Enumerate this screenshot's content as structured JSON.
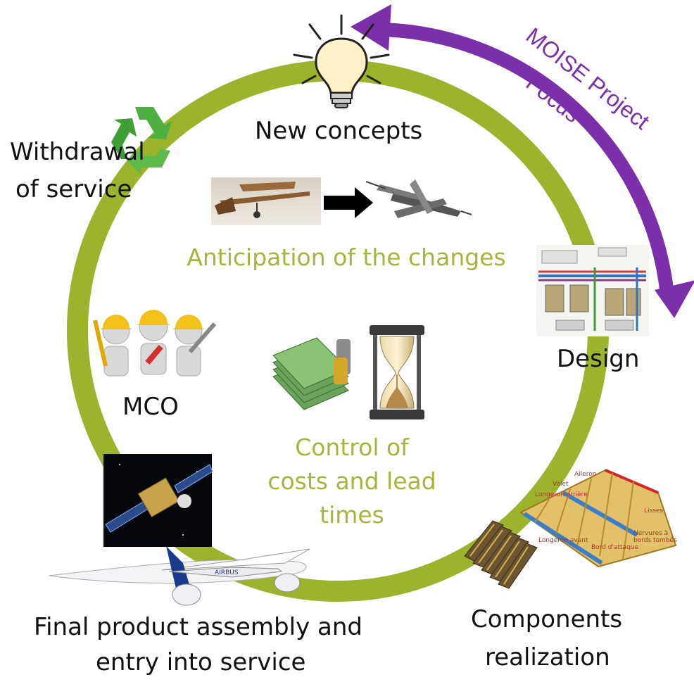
{
  "colors": {
    "cycle_ring": "#9cb32e",
    "focus_arrow": "#7b2fa8",
    "accent_text": "#a8b43c",
    "label_text": "#111111"
  },
  "focus": {
    "line1": "MOISE Project",
    "line2": "Focus"
  },
  "stages": {
    "new_concepts": "New concepts",
    "design": "Design",
    "components_line1": "Components",
    "components_line2": "realization",
    "final_line1": "Final product assembly and",
    "final_line2": "entry into service",
    "mco": "MCO",
    "withdrawal_line1": "Withdrawal",
    "withdrawal_line2": "of service"
  },
  "center": {
    "anticipation": "Anticipation of the changes",
    "control_line1": "Control of",
    "control_line2": "costs and lead",
    "control_line3": "times"
  },
  "icons": {
    "lightbulb": "lightbulb-icon",
    "recycle": "recycle-icon",
    "old_plane": "old-airplane-photo",
    "spacecraft": "futuristic-spacecraft-photo",
    "transition_arrow": "right-arrow-icon",
    "system_diagram": "system-schematic-picture",
    "wing": "wing-structure-picture",
    "circuit_boards": "circuit-boards-picture",
    "airliner": "airliner-picture",
    "satellite": "satellite-photo",
    "workers": "maintenance-workers-picture",
    "money": "money-stack-icon",
    "hourglass": "hourglass-icon"
  }
}
